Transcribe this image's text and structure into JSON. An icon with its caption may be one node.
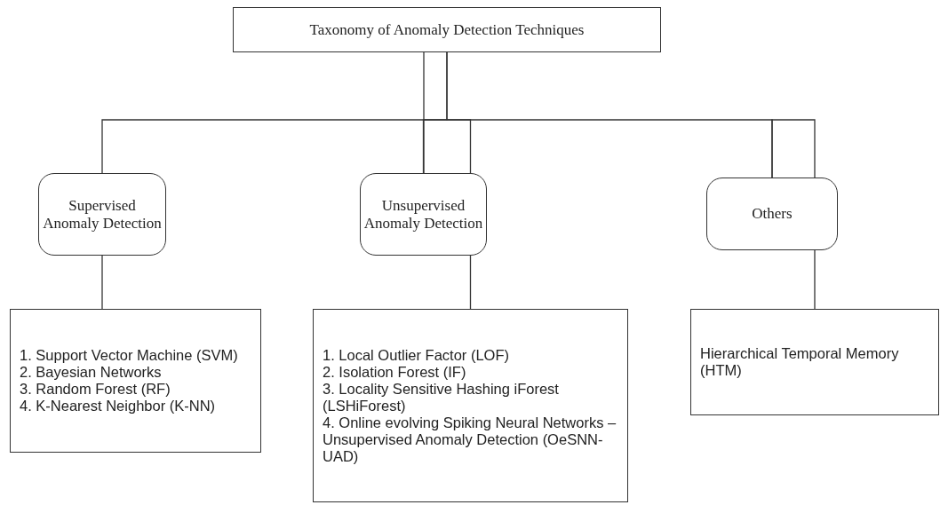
{
  "diagram": {
    "nodes": [
      {
        "text": [
          "Taxonomy of Anomaly Detection Techniques"
        ]
      },
      {
        "text": [
          "Supervised Anomaly Detection"
        ]
      },
      {
        "text": [
          "Unsupervised Anomaly Detection"
        ]
      },
      {
        "text": [
          "Others"
        ]
      },
      {
        "text": [
          "1. Support Vector Machine (SVM)",
          "2. Bayesian Networks",
          "3. Random Forest (RF)",
          "4. K-Nearest Neighbor (K-NN)"
        ]
      },
      {
        "text": [
          "1. Local Outlier Factor (LOF)",
          "2. Isolation Forest (IF)",
          "3. Locality Sensitive Hashing iForest (LSHiForest)",
          "4. Online evolving Spiking Neural Networks – Unsupervised Anomaly Detection (OeSNN-UAD)"
        ]
      },
      {
        "text": [
          "Hierarchical Temporal Memory (HTM)"
        ]
      }
    ],
    "edges": [
      {
        "from": 0,
        "to": 1,
        "arrow": "none"
      },
      {
        "from": 0,
        "to": 2,
        "arrow": "none"
      },
      {
        "from": 0,
        "to": 3,
        "arrow": "none"
      },
      {
        "from": 1,
        "to": 4,
        "arrow": "none"
      },
      {
        "from": 2,
        "to": 5,
        "arrow": "none"
      },
      {
        "from": 3,
        "to": 6,
        "arrow": "none"
      }
    ]
  }
}
